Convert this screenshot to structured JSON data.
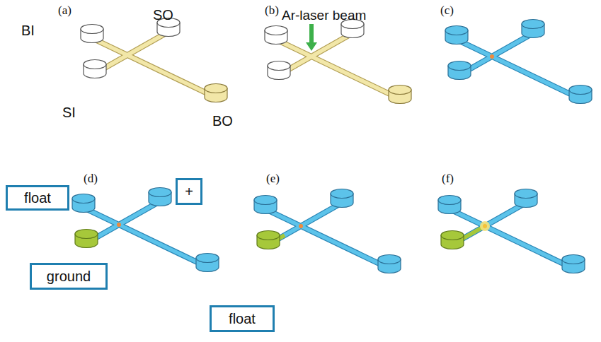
{
  "diagram": {
    "nodes": [
      {
        "text": [
          "float"
        ]
      },
      {
        "text": [
          "+"
        ]
      },
      {
        "text": [
          "ground"
        ]
      },
      {
        "text": [
          "float"
        ]
      }
    ],
    "labels": [
      "(a)",
      "BI",
      "SO",
      "SI",
      "BO",
      "(b)",
      "Ar-laser beam",
      "(c)",
      "(d)",
      "(e)",
      "(f)"
    ]
  }
}
